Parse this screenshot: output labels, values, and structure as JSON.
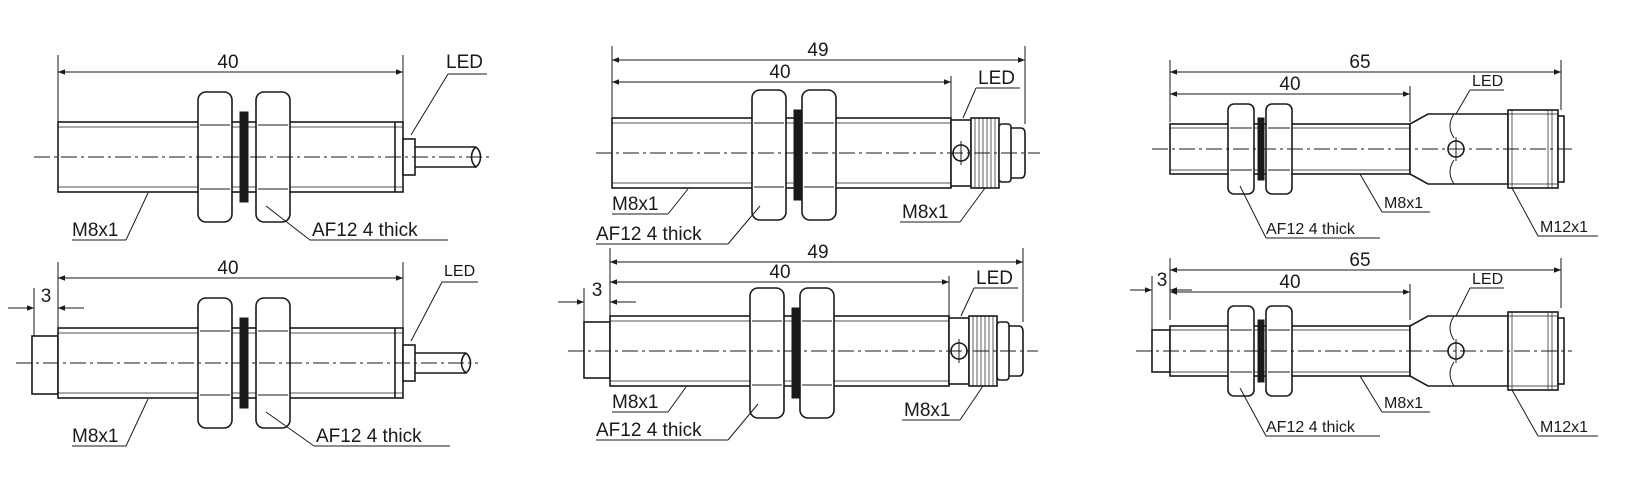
{
  "sensors": [
    {
      "id": "a1",
      "dim_total": "40",
      "led_label": "LED",
      "thread_label": "M8x1",
      "nut_label": "AF12  4 thick"
    },
    {
      "id": "a2",
      "dim_total": "40",
      "dim_offset": "3",
      "led_label": "LED",
      "thread_label": "M8x1",
      "nut_label": "AF12  4 thick"
    },
    {
      "id": "b1",
      "dim_total": "49",
      "dim_body": "40",
      "led_label": "LED",
      "thread_label": "M8x1",
      "nut_label": "AF12  4 thick",
      "connector_label": "M8x1"
    },
    {
      "id": "b2",
      "dim_total": "49",
      "dim_body": "40",
      "dim_offset": "3",
      "led_label": "LED",
      "thread_label": "M8x1",
      "nut_label": "AF12  4 thick",
      "connector_label": "M8x1"
    },
    {
      "id": "c1",
      "dim_total": "65",
      "dim_body": "40",
      "led_label": "LED",
      "thread_label": "M8x1",
      "nut_label": "AF12  4 thick",
      "connector_label": "M12x1"
    },
    {
      "id": "c2",
      "dim_total": "65",
      "dim_body": "40",
      "dim_offset": "3",
      "led_label": "LED",
      "thread_label": "M8x1",
      "nut_label": "AF12  4 thick",
      "connector_label": "M12x1"
    }
  ],
  "colors": {
    "line": "#1a1a1a",
    "background": "#ffffff"
  }
}
